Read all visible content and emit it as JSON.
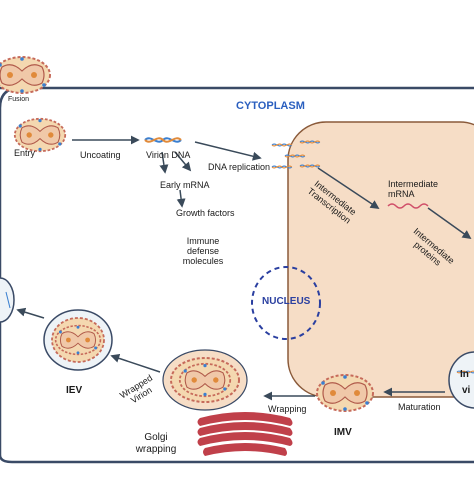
{
  "labels": {
    "fusion": "Fusion",
    "cytoplasm": "CYTOPLASM",
    "entry": "Entry",
    "uncoating": "Uncoating",
    "virion_dna": "Virion DNA",
    "dna_replication": "DNA replication",
    "early_mrna": "Early mRNA",
    "growth_factors": "Growth factors",
    "immune_line1": "Immune",
    "immune_line2": "defense",
    "immune_line3": "molecules",
    "intermediate_transcription_1": "Intermediate",
    "intermediate_transcription_2": "Transcription",
    "intermediate_mrna_1": "Intermediate",
    "intermediate_mrna_2": "mRNA",
    "intermediate_proteins_1": "Intermediate",
    "intermediate_proteins_2": "proteins",
    "nucleus": "NUCLEUS",
    "iev": "IEV",
    "wrapped_virion_1": "Wrapped",
    "wrapped_virion_2": "Virion",
    "wrapping": "Wrapping",
    "golgi_1": "Golgi",
    "golgi_2": "wrapping",
    "imv": "IMV",
    "maturation": "Maturation",
    "cut_in": "In",
    "cut_vi": "vi"
  },
  "colors": {
    "cell_border": "#3a4a66",
    "nucleus_fill": "#f6ddc6",
    "nucleus_border": "#8a5a3a",
    "inner_nucleus_border": "#2a3fa0",
    "arrow": "#3a4a5a",
    "virion_outer": "#f4d8b0",
    "virion_core": "#f0c8a8",
    "virion_stroke": "#c66a5a",
    "dna_blue": "#3a7fd0",
    "dna_orange": "#e08a3a",
    "golgi": "#c0404a",
    "title_blue": "#2a5fbf"
  }
}
